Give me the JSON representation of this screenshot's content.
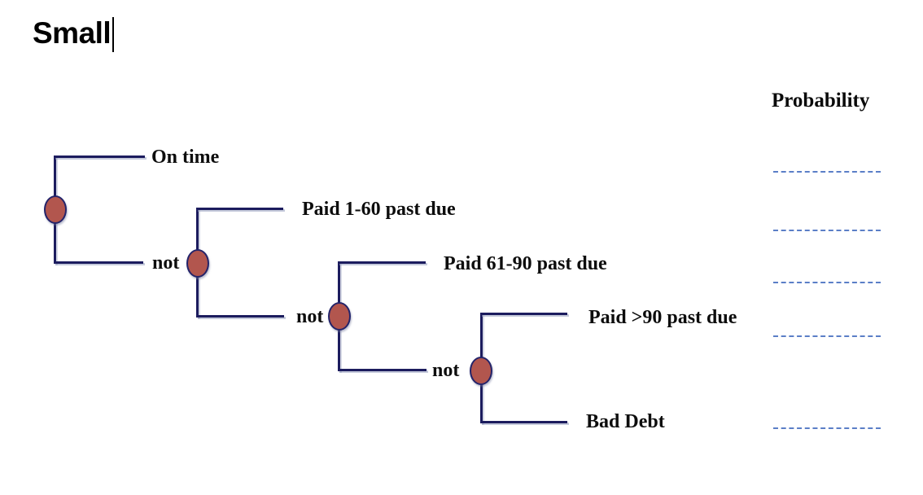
{
  "slide": {
    "title": "Small"
  },
  "probability_column": {
    "header": "Probability",
    "blank_count": 5
  },
  "tree": {
    "type": "probability-tree",
    "description": "Sequential chance-node tree of invoice payment outcomes with blank probability lines",
    "outcomes": [
      "On time",
      "Paid 1-60 past due",
      "Paid 61-90 past due",
      "Paid >90 past due",
      "Bad Debt"
    ],
    "not_labels": [
      "not",
      "not",
      "not"
    ],
    "chance_node_count": 4
  },
  "colors": {
    "background": "#ffffff",
    "branch_line": "#1c1c5e",
    "line_shadow": "#969ebe",
    "node_fill": "#b2564e",
    "node_border": "#24246a",
    "probability_blank_dash": "#5b7fc7",
    "text": "#0d0d0d"
  }
}
